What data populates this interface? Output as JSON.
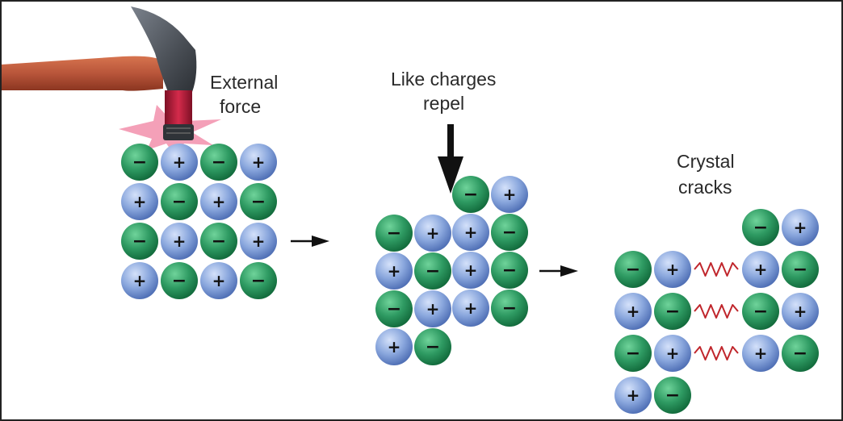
{
  "labels": {
    "external_force": [
      "External",
      "force"
    ],
    "like_charges": [
      "Like charges",
      "repel"
    ],
    "crystal_cracks": [
      "Crystal",
      "cracks"
    ]
  },
  "ions": {
    "negative": {
      "symbol": "−",
      "color": "#2e9a62",
      "highlight": "#6fd39a",
      "shade": "#126b3c"
    },
    "positive": {
      "symbol": "+",
      "color": "#8aa7dd",
      "highlight": "#d4e1fa",
      "shade": "#4f6fb5"
    }
  },
  "lattices": {
    "intact": [
      [
        "-",
        "+",
        "-",
        "+"
      ],
      [
        "+",
        "-",
        "+",
        "-"
      ],
      [
        "-",
        "+",
        "-",
        "+"
      ],
      [
        "+",
        "-",
        "+",
        "-"
      ]
    ],
    "shifted_left": [
      [
        "-",
        "+"
      ],
      [
        "+",
        "-"
      ],
      [
        "-",
        "+"
      ],
      [
        "+",
        "-"
      ]
    ],
    "shifted_right": [
      [
        "-",
        "+"
      ],
      [
        "+",
        "-"
      ],
      [
        "+",
        "-"
      ],
      [
        "+",
        "-"
      ]
    ],
    "cracked_left": [
      [
        "-",
        "+"
      ],
      [
        "+",
        "-"
      ],
      [
        "-",
        "+"
      ],
      [
        "+",
        "-"
      ]
    ],
    "cracked_right": [
      [
        "-",
        "+"
      ],
      [
        "+",
        "-"
      ],
      [
        "-",
        "+"
      ],
      [
        "+",
        "-"
      ]
    ]
  },
  "colors": {
    "hammer_handle": "#b8553a",
    "hammer_head": "#4a4f56",
    "hammer_neck": "#b5183a",
    "impact_burst": "#f4a0b8",
    "repulsion_zigzag": "#c0262c",
    "arrow": "#111111"
  }
}
